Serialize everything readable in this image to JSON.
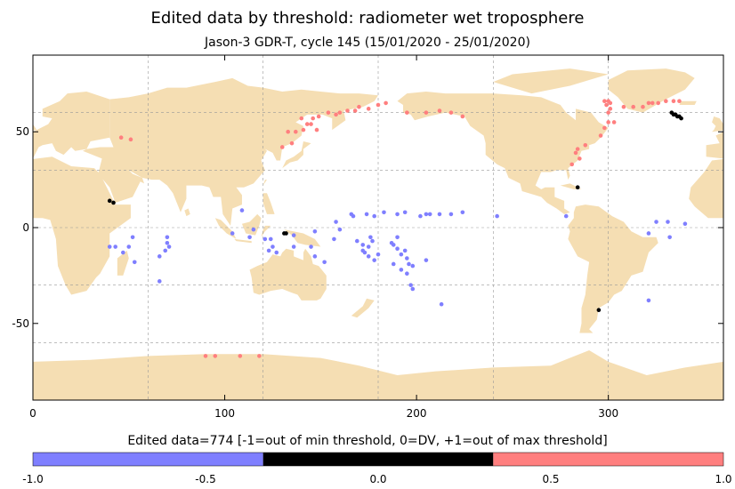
{
  "title": "Edited data by threshold: radiometer wet troposphere",
  "subtitle": "Jason-3 GDR-T, cycle 145 (15/01/2020 - 25/01/2020)",
  "colors": {
    "land": "#f5deb3",
    "ocean": "#ffffff",
    "min": "#7f7fff",
    "dv": "#000000",
    "max": "#ff7f7f"
  },
  "chart_data": {
    "type": "scatter",
    "xlim": [
      0,
      360
    ],
    "ylim": [
      -90,
      90
    ],
    "x_ticks": [
      0,
      100,
      200,
      300
    ],
    "y_ticks": [
      -50,
      0,
      50
    ],
    "grid": true,
    "colorbar": {
      "label": "Edited data=774 [-1=out of min threshold, 0=DV, +1=out of max threshold]",
      "range": [
        -1.0,
        1.0
      ],
      "ticks": [
        "-1.0",
        "-0.5",
        "0.0",
        "0.5",
        "1.0"
      ]
    },
    "series": [
      {
        "value": -1,
        "points": [
          [
            40,
            -10
          ],
          [
            43,
            -10
          ],
          [
            50,
            -10
          ],
          [
            52,
            -5
          ],
          [
            47,
            -13
          ],
          [
            53,
            -18
          ],
          [
            66,
            -15
          ],
          [
            66,
            -28
          ],
          [
            69,
            -12
          ],
          [
            70,
            -5
          ],
          [
            70,
            -8
          ],
          [
            71,
            -10
          ],
          [
            109,
            9
          ],
          [
            104,
            -3
          ],
          [
            113,
            -5
          ],
          [
            115,
            -1
          ],
          [
            121,
            -6
          ],
          [
            124,
            -6
          ],
          [
            136,
            -4
          ],
          [
            125,
            -10
          ],
          [
            123,
            -12
          ],
          [
            127,
            -13
          ],
          [
            136,
            -10
          ],
          [
            145,
            -10
          ],
          [
            147,
            -15
          ],
          [
            152,
            -18
          ],
          [
            147,
            -2
          ],
          [
            158,
            3
          ],
          [
            160,
            -1
          ],
          [
            157,
            -6
          ],
          [
            167,
            6
          ],
          [
            166,
            7
          ],
          [
            174,
            7
          ],
          [
            178,
            6
          ],
          [
            183,
            8
          ],
          [
            190,
            7
          ],
          [
            194,
            8
          ],
          [
            202,
            6
          ],
          [
            205,
            7
          ],
          [
            207,
            7
          ],
          [
            212,
            7
          ],
          [
            218,
            7
          ],
          [
            224,
            8
          ],
          [
            242,
            6
          ],
          [
            169,
            -7
          ],
          [
            172,
            -9
          ],
          [
            176,
            -5
          ],
          [
            177,
            -7
          ],
          [
            172,
            -12
          ],
          [
            173,
            -13
          ],
          [
            175,
            -10
          ],
          [
            175,
            -15
          ],
          [
            178,
            -17
          ],
          [
            180,
            -14
          ],
          [
            187,
            -8
          ],
          [
            188,
            -9
          ],
          [
            190,
            -11
          ],
          [
            192,
            -14
          ],
          [
            194,
            -12
          ],
          [
            195,
            -16
          ],
          [
            196,
            -19
          ],
          [
            188,
            -19
          ],
          [
            192,
            -22
          ],
          [
            195,
            -24
          ],
          [
            198,
            -20
          ],
          [
            197,
            -30
          ],
          [
            198,
            -32
          ],
          [
            205,
            -17
          ],
          [
            213,
            -40
          ],
          [
            190,
            -5
          ],
          [
            278,
            6
          ],
          [
            321,
            -3
          ],
          [
            325,
            3
          ],
          [
            331,
            3
          ],
          [
            332,
            -5
          ],
          [
            340,
            2
          ],
          [
            321,
            -38
          ]
        ]
      },
      {
        "value": 0,
        "points": [
          [
            40,
            14
          ],
          [
            42,
            13
          ],
          [
            132,
            -3
          ],
          [
            131,
            -3
          ],
          [
            284,
            21
          ],
          [
            295,
            -43
          ],
          [
            333,
            60
          ],
          [
            334,
            59
          ],
          [
            335,
            59
          ],
          [
            336,
            58
          ],
          [
            337,
            58
          ],
          [
            338,
            57
          ]
        ]
      },
      {
        "value": 1,
        "points": [
          [
            46,
            47
          ],
          [
            51,
            46
          ],
          [
            130,
            42
          ],
          [
            135,
            44
          ],
          [
            133,
            50
          ],
          [
            141,
            51
          ],
          [
            143,
            54
          ],
          [
            140,
            57
          ],
          [
            146,
            57
          ],
          [
            149,
            58
          ],
          [
            154,
            60
          ],
          [
            158,
            59
          ],
          [
            160,
            60
          ],
          [
            164,
            61
          ],
          [
            168,
            61
          ],
          [
            170,
            63
          ],
          [
            175,
            62
          ],
          [
            180,
            64
          ],
          [
            184,
            65
          ],
          [
            195,
            60
          ],
          [
            205,
            60
          ],
          [
            212,
            61
          ],
          [
            218,
            60
          ],
          [
            224,
            58
          ],
          [
            148,
            51
          ],
          [
            145,
            54
          ],
          [
            137,
            50
          ],
          [
            300,
            60
          ],
          [
            301,
            62
          ],
          [
            299,
            64
          ],
          [
            298,
            66
          ],
          [
            300,
            66
          ],
          [
            301,
            65
          ],
          [
            300,
            55
          ],
          [
            303,
            55
          ],
          [
            298,
            52
          ],
          [
            296,
            48
          ],
          [
            288,
            43
          ],
          [
            284,
            41
          ],
          [
            283,
            39
          ],
          [
            285,
            36
          ],
          [
            281,
            33
          ],
          [
            308,
            63
          ],
          [
            313,
            63
          ],
          [
            318,
            63
          ],
          [
            321,
            65
          ],
          [
            323,
            65
          ],
          [
            326,
            65
          ],
          [
            330,
            66
          ],
          [
            334,
            66
          ],
          [
            337,
            66
          ],
          [
            90,
            -67
          ],
          [
            95,
            -67
          ],
          [
            108,
            -67
          ],
          [
            118,
            -67
          ]
        ]
      }
    ]
  }
}
